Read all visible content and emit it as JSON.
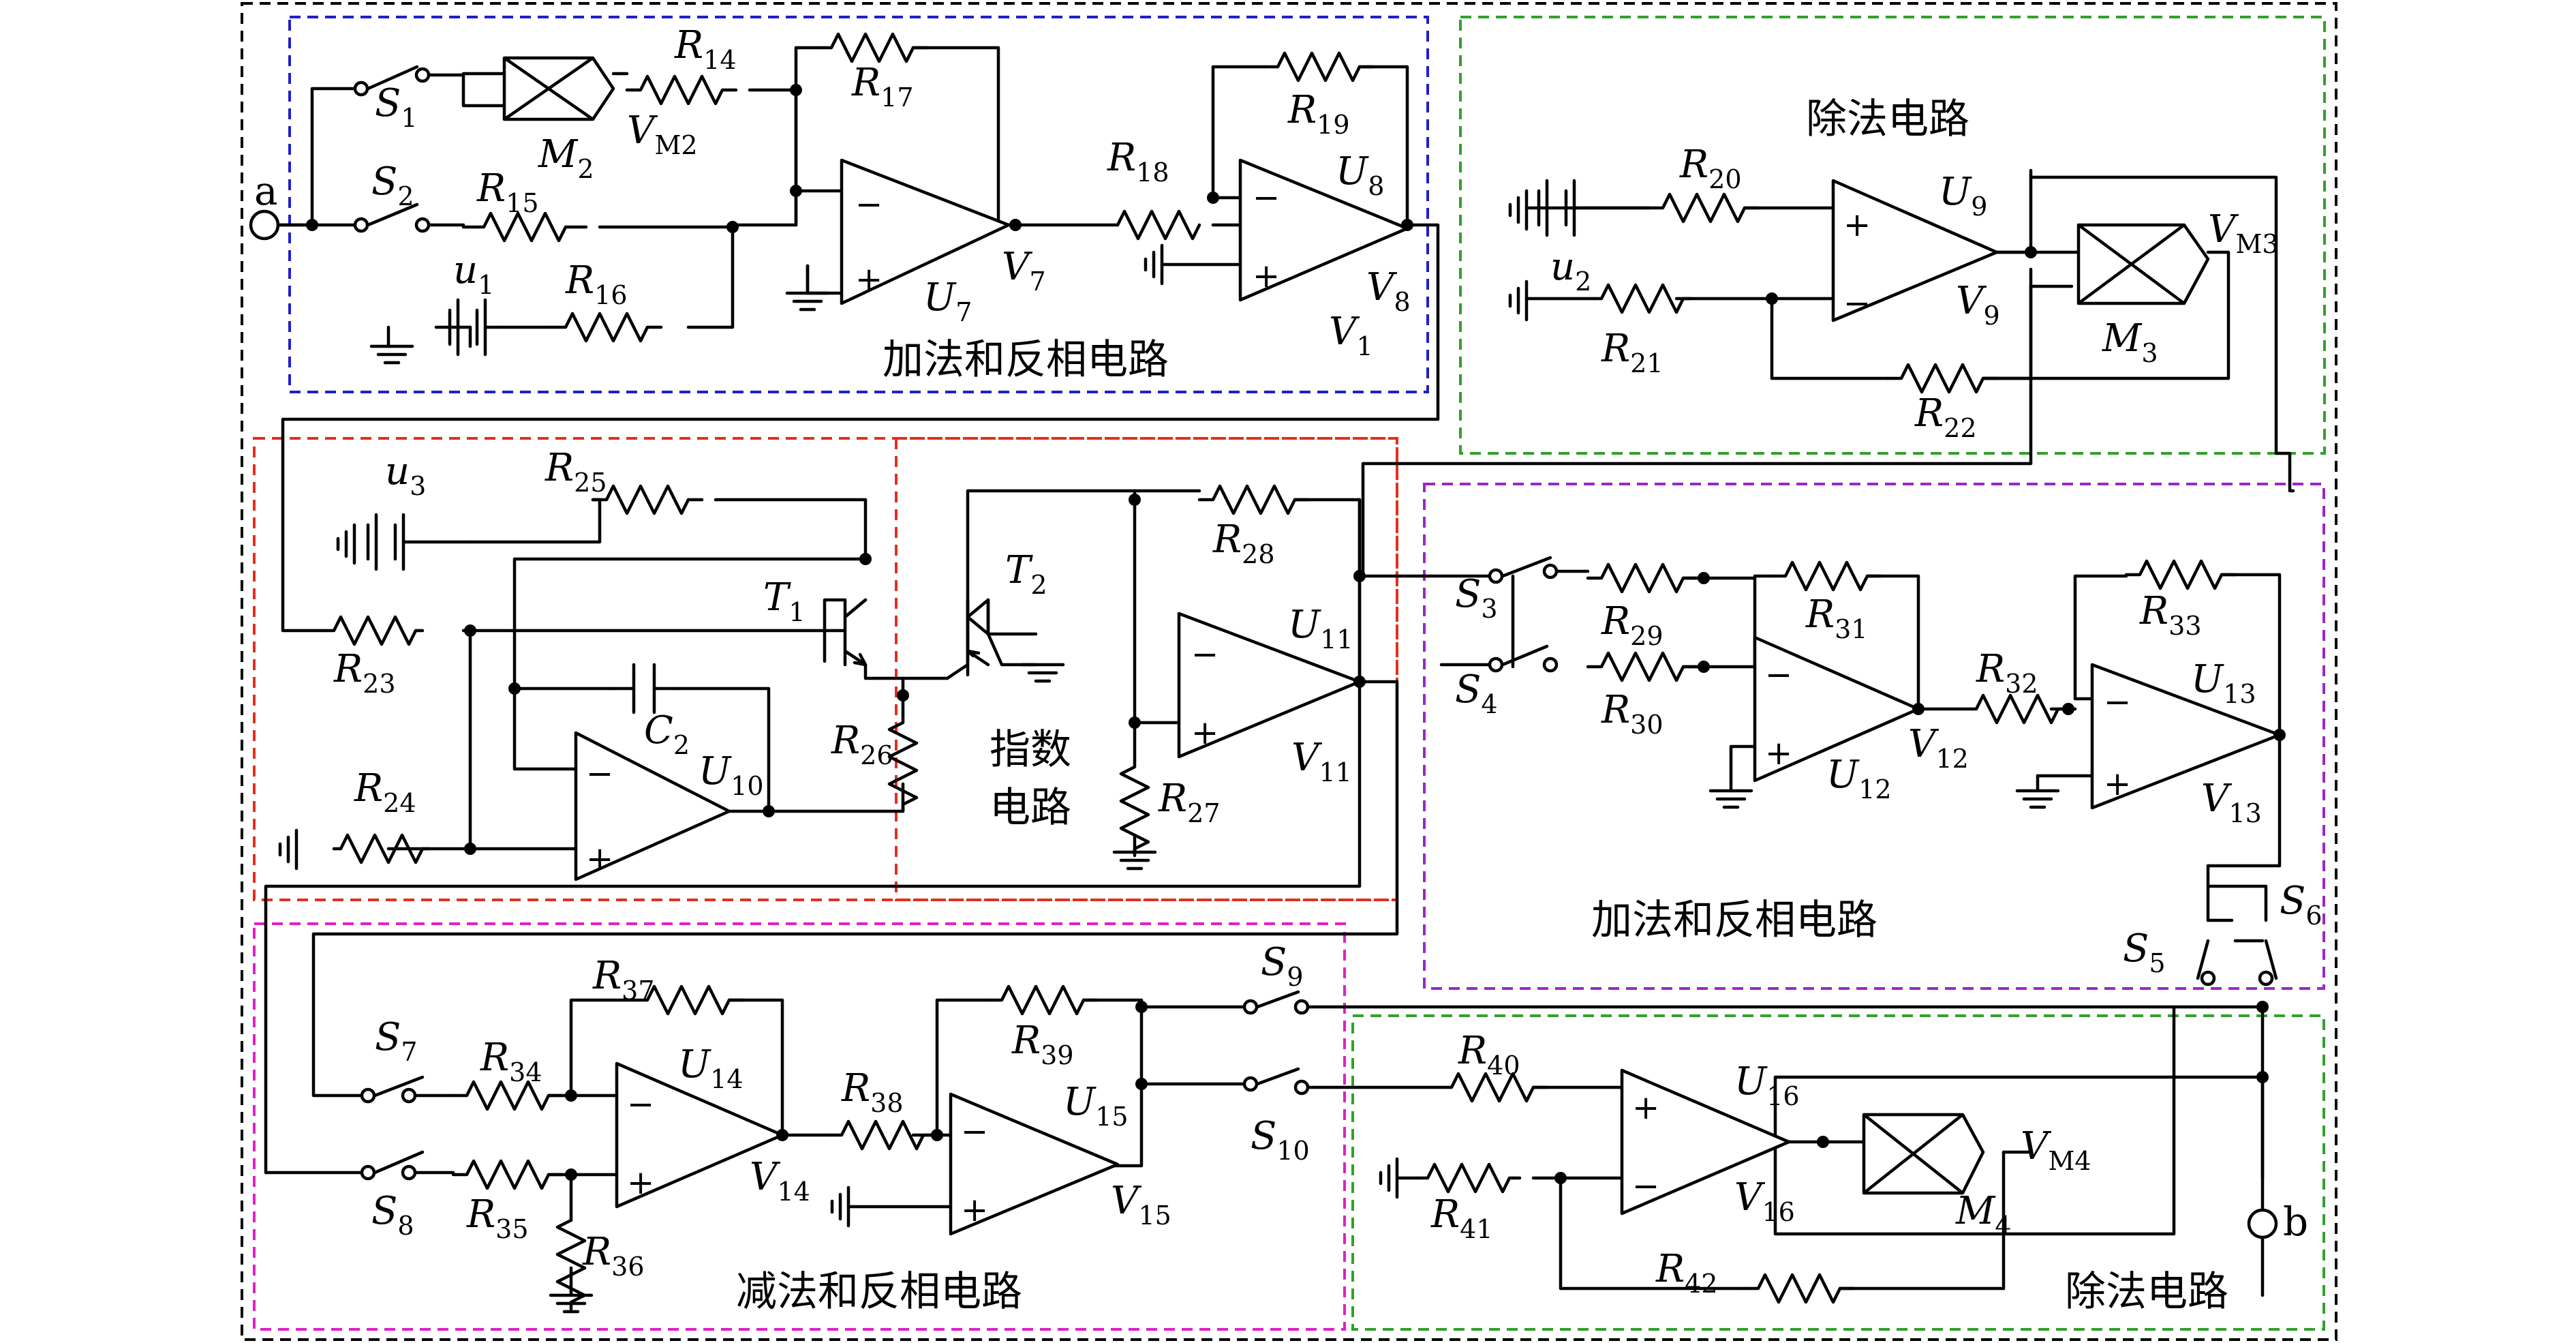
{
  "colors": {
    "outer_border": "#000000",
    "adder_block": "#1f1fcc",
    "divider_block": "#33a02c",
    "exp_block": "#e0301e",
    "adder2_block": "#9b27c8",
    "subtractor_block": "#e020c8",
    "wire": "#000000"
  },
  "terminals": {
    "a": "a",
    "b": "b"
  },
  "blocks": {
    "adder_top": "加法和反相电路",
    "divider_top": "除法电路",
    "exponent": "指数电路",
    "adder_right": "加法和反相电路",
    "subtractor": "减法和反相电路",
    "divider_bottom": "除法电路"
  },
  "labels": [
    {
      "id": "S1",
      "b": "S",
      "s": "1"
    },
    {
      "id": "S2",
      "b": "S",
      "s": "2"
    },
    {
      "id": "M2",
      "b": "M",
      "s": "2"
    },
    {
      "id": "VM2",
      "b": "V",
      "s": "M2"
    },
    {
      "id": "R14",
      "b": "R",
      "s": "14"
    },
    {
      "id": "R15",
      "b": "R",
      "s": "15"
    },
    {
      "id": "R16",
      "b": "R",
      "s": "16"
    },
    {
      "id": "R17",
      "b": "R",
      "s": "17"
    },
    {
      "id": "R18",
      "b": "R",
      "s": "18"
    },
    {
      "id": "R19",
      "b": "R",
      "s": "19"
    },
    {
      "id": "u1",
      "b": "u",
      "s": "1"
    },
    {
      "id": "U7",
      "b": "U",
      "s": "7"
    },
    {
      "id": "V7",
      "b": "V",
      "s": "7"
    },
    {
      "id": "U8",
      "b": "U",
      "s": "8"
    },
    {
      "id": "V8",
      "b": "V",
      "s": "8"
    },
    {
      "id": "V1",
      "b": "V",
      "s": "1"
    },
    {
      "id": "R20",
      "b": "R",
      "s": "20"
    },
    {
      "id": "R21",
      "b": "R",
      "s": "21"
    },
    {
      "id": "R22",
      "b": "R",
      "s": "22"
    },
    {
      "id": "u2",
      "b": "u",
      "s": "2"
    },
    {
      "id": "U9",
      "b": "U",
      "s": "9"
    },
    {
      "id": "V9",
      "b": "V",
      "s": "9"
    },
    {
      "id": "M3",
      "b": "M",
      "s": "3"
    },
    {
      "id": "VM3",
      "b": "V",
      "s": "M3"
    },
    {
      "id": "u3",
      "b": "u",
      "s": "3"
    },
    {
      "id": "R25",
      "b": "R",
      "s": "25"
    },
    {
      "id": "T1",
      "b": "T",
      "s": "1"
    },
    {
      "id": "T2",
      "b": "T",
      "s": "2"
    },
    {
      "id": "R23",
      "b": "R",
      "s": "23"
    },
    {
      "id": "C2",
      "b": "C",
      "s": "2"
    },
    {
      "id": "R24",
      "b": "R",
      "s": "24"
    },
    {
      "id": "U10",
      "b": "U",
      "s": "10"
    },
    {
      "id": "R26",
      "b": "R",
      "s": "26"
    },
    {
      "id": "R28",
      "b": "R",
      "s": "28"
    },
    {
      "id": "U11",
      "b": "U",
      "s": "11"
    },
    {
      "id": "V11",
      "b": "V",
      "s": "11"
    },
    {
      "id": "R27",
      "b": "R",
      "s": "27"
    },
    {
      "id": "S3",
      "b": "S",
      "s": "3"
    },
    {
      "id": "S4",
      "b": "S",
      "s": "4"
    },
    {
      "id": "R29",
      "b": "R",
      "s": "29"
    },
    {
      "id": "R30",
      "b": "R",
      "s": "30"
    },
    {
      "id": "R31",
      "b": "R",
      "s": "31"
    },
    {
      "id": "U12",
      "b": "U",
      "s": "12"
    },
    {
      "id": "V12",
      "b": "V",
      "s": "12"
    },
    {
      "id": "R32",
      "b": "R",
      "s": "32"
    },
    {
      "id": "R33",
      "b": "R",
      "s": "33"
    },
    {
      "id": "U13",
      "b": "U",
      "s": "13"
    },
    {
      "id": "V13",
      "b": "V",
      "s": "13"
    },
    {
      "id": "S5",
      "b": "S",
      "s": "5"
    },
    {
      "id": "S6",
      "b": "S",
      "s": "6"
    },
    {
      "id": "S7",
      "b": "S",
      "s": "7"
    },
    {
      "id": "S8",
      "b": "S",
      "s": "8"
    },
    {
      "id": "R34",
      "b": "R",
      "s": "34"
    },
    {
      "id": "R35",
      "b": "R",
      "s": "35"
    },
    {
      "id": "R36",
      "b": "R",
      "s": "36"
    },
    {
      "id": "R37",
      "b": "R",
      "s": "37"
    },
    {
      "id": "U14",
      "b": "U",
      "s": "14"
    },
    {
      "id": "V14",
      "b": "V",
      "s": "14"
    },
    {
      "id": "R38",
      "b": "R",
      "s": "38"
    },
    {
      "id": "R39",
      "b": "R",
      "s": "39"
    },
    {
      "id": "U15",
      "b": "U",
      "s": "15"
    },
    {
      "id": "V15",
      "b": "V",
      "s": "15"
    },
    {
      "id": "S9",
      "b": "S",
      "s": "9"
    },
    {
      "id": "S10",
      "b": "S",
      "s": "10"
    },
    {
      "id": "R40",
      "b": "R",
      "s": "40"
    },
    {
      "id": "R41",
      "b": "R",
      "s": "41"
    },
    {
      "id": "R42",
      "b": "R",
      "s": "42"
    },
    {
      "id": "U16",
      "b": "U",
      "s": "16"
    },
    {
      "id": "V16",
      "b": "V",
      "s": "16"
    },
    {
      "id": "M4",
      "b": "M",
      "s": "4"
    },
    {
      "id": "VM4",
      "b": "V",
      "s": "M4"
    }
  ],
  "opamp_signs": {
    "minus": "−",
    "plus": "+"
  }
}
